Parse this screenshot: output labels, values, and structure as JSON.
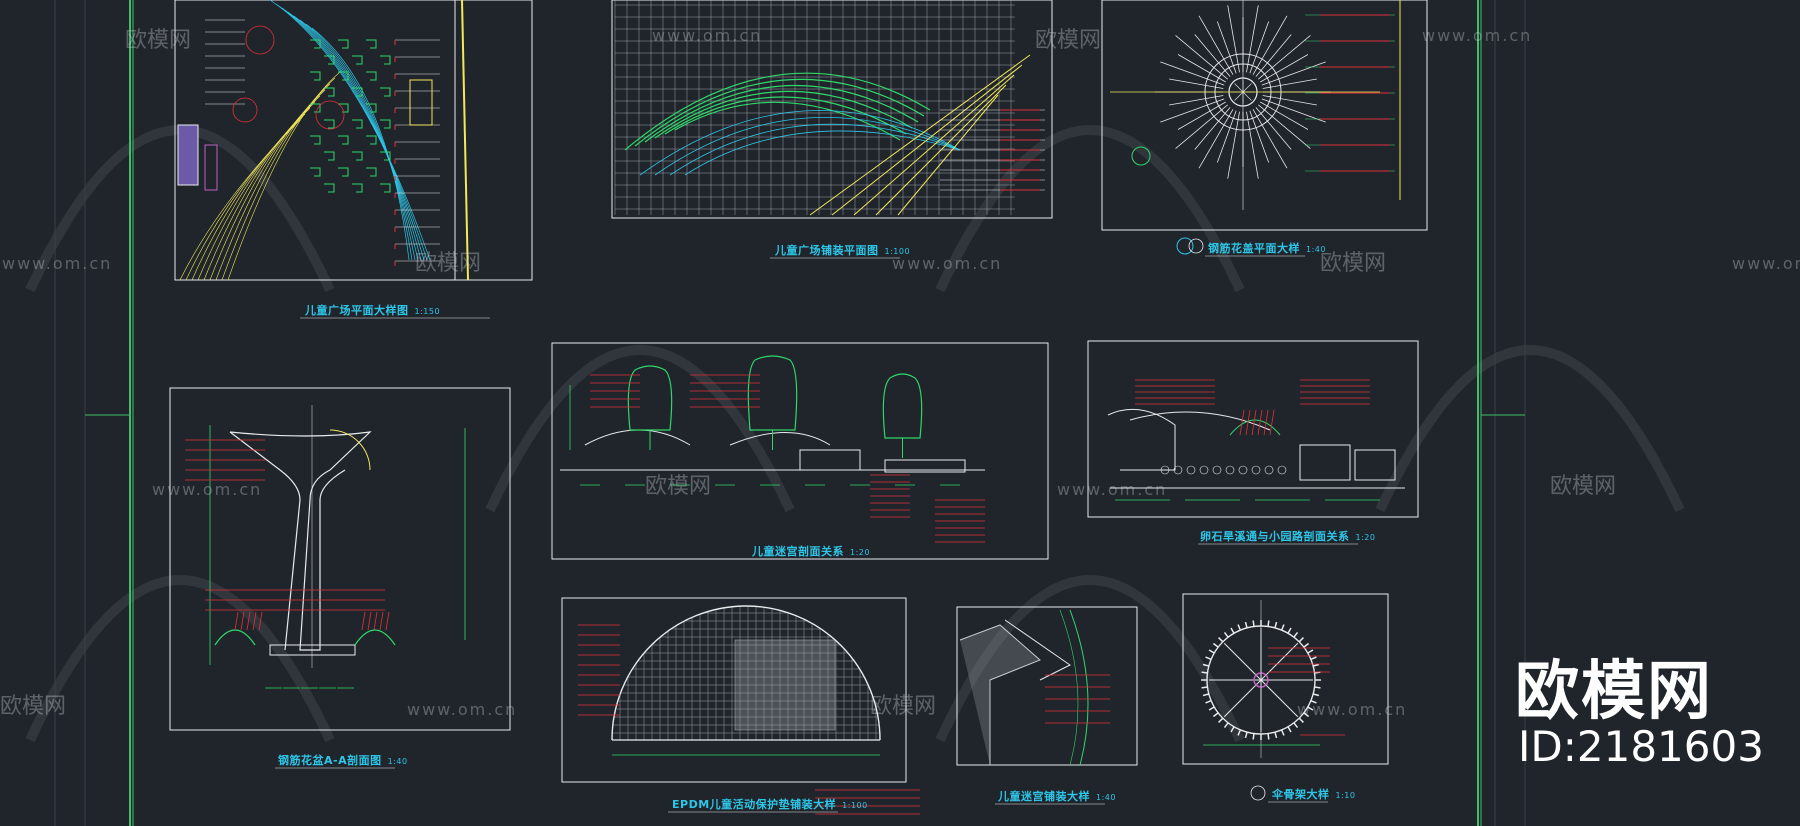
{
  "captions": [
    {
      "text": "儿童广场平面大样图",
      "scale": "1:150"
    },
    {
      "text": "儿童广场铺装平面图",
      "scale": "1:100"
    },
    {
      "text": "钢筋花盖平面大样",
      "scale": "1:40"
    },
    {
      "text": "钢筋花盆A-A剖面图",
      "scale": "1:40"
    },
    {
      "text": "儿童迷宫剖面关系",
      "scale": "1:20"
    },
    {
      "text": "卵石旱溪通与小园路剖面关系",
      "scale": "1:20"
    },
    {
      "text": "EPDM儿童活动保护垫铺装大样",
      "scale": "1:100"
    },
    {
      "text": "儿童迷宫铺装大样",
      "scale": "1:40"
    },
    {
      "text": "伞骨架大样",
      "scale": "1:10"
    }
  ],
  "watermark": {
    "cn": "欧模网",
    "url": "www.om.cn"
  },
  "brand": {
    "name": "欧模网",
    "id": "ID:2181603"
  },
  "colors": {
    "bg": "#20252b",
    "cyan": "#2ec6e8",
    "green": "#2fd86a",
    "yellow": "#f2e85a",
    "red": "#e0303a",
    "white": "#e8eaec",
    "border": "#3fbf6a"
  }
}
